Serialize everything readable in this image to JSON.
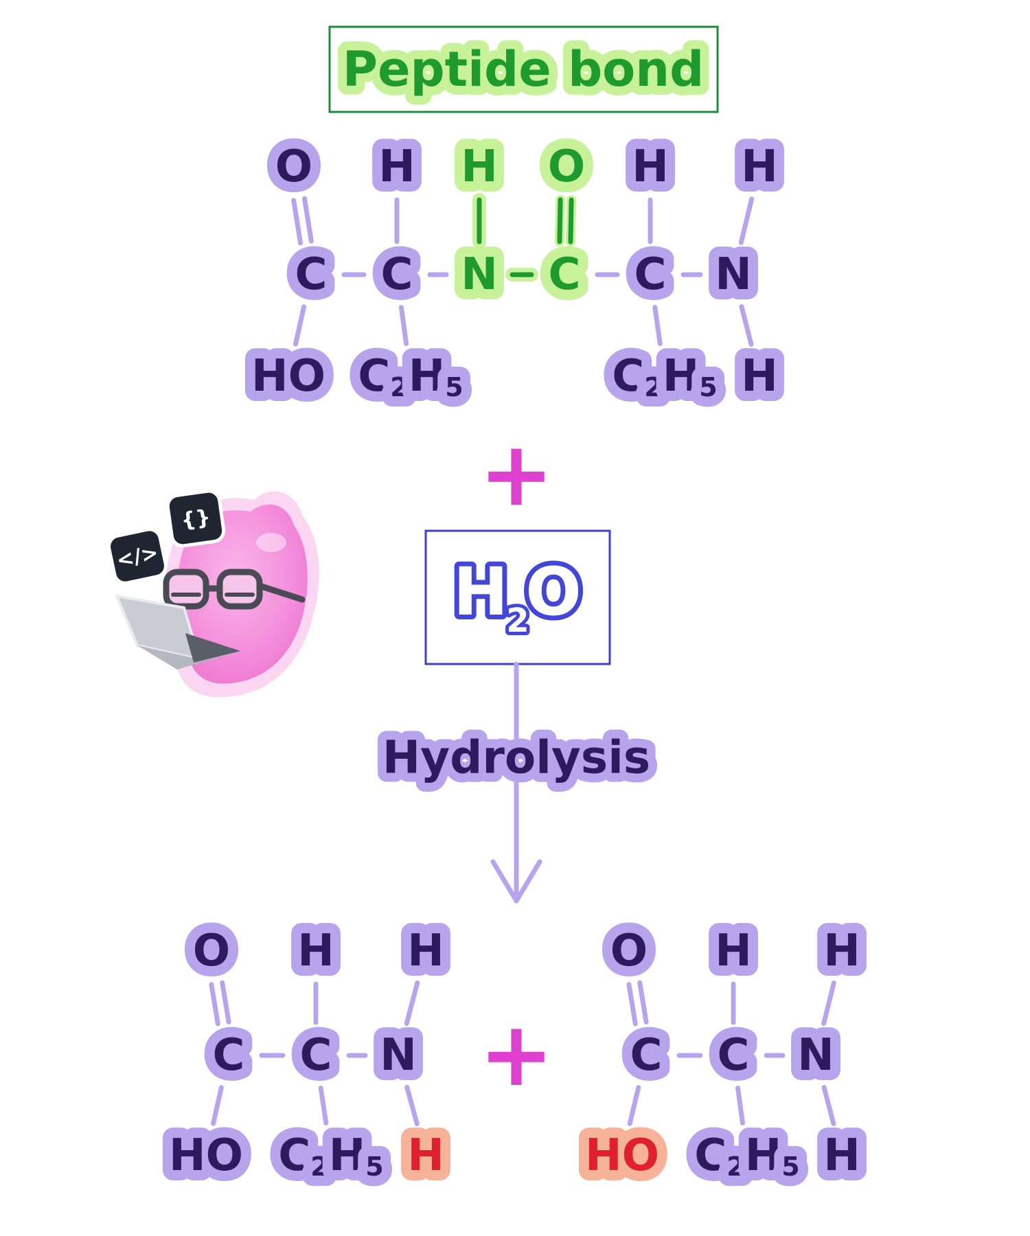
{
  "title": "Peptide bond",
  "process_label": "Hydrolysis",
  "reactant_plus": "+",
  "product_plus": "+",
  "water": {
    "h": "H",
    "sub": "2",
    "o": "O"
  },
  "colors": {
    "purple_halo": "#b8a4ec",
    "purple_text": "#2e1b5e",
    "bond": "#b8a4ec",
    "green_halo": "#c8f29a",
    "green_text": "#1f9a2e",
    "green_border": "#1f8a3a",
    "red_halo": "#f7b39a",
    "red_text": "#e0202e",
    "plus": "#e040d0",
    "water_border": "#3d3fc8",
    "water_text": "#4346d6"
  },
  "dipeptide": {
    "atoms": [
      {
        "id": "o1",
        "text": "O",
        "tone": "purple"
      },
      {
        "id": "c1",
        "text": "C",
        "tone": "purple"
      },
      {
        "id": "ho1",
        "text": "HO",
        "tone": "purple"
      },
      {
        "id": "h2",
        "text": "H",
        "tone": "purple"
      },
      {
        "id": "c2",
        "text": "C",
        "tone": "purple"
      },
      {
        "id": "r2",
        "text": "C",
        "sub": "2",
        "text2": "H",
        "sub2": "5",
        "tone": "purple"
      },
      {
        "id": "h3",
        "text": "H",
        "tone": "green"
      },
      {
        "id": "n3",
        "text": "N",
        "tone": "green"
      },
      {
        "id": "o4",
        "text": "O",
        "tone": "green"
      },
      {
        "id": "c4",
        "text": "C",
        "tone": "green"
      },
      {
        "id": "h5",
        "text": "H",
        "tone": "purple"
      },
      {
        "id": "c5",
        "text": "C",
        "tone": "purple"
      },
      {
        "id": "r5",
        "text": "C",
        "sub": "2",
        "text2": "H",
        "sub2": "5",
        "tone": "purple"
      },
      {
        "id": "h6",
        "text": "H",
        "tone": "purple"
      },
      {
        "id": "n6",
        "text": "N",
        "tone": "purple"
      },
      {
        "id": "h6b",
        "text": "H",
        "tone": "purple"
      }
    ]
  },
  "product_a": {
    "atoms": [
      {
        "id": "o1",
        "text": "O",
        "tone": "purple"
      },
      {
        "id": "c1",
        "text": "C",
        "tone": "purple"
      },
      {
        "id": "ho1",
        "text": "HO",
        "tone": "purple"
      },
      {
        "id": "h2",
        "text": "H",
        "tone": "purple"
      },
      {
        "id": "c2",
        "text": "C",
        "tone": "purple"
      },
      {
        "id": "r2",
        "text": "C",
        "sub": "2",
        "text2": "H",
        "sub2": "5",
        "tone": "purple"
      },
      {
        "id": "h3",
        "text": "H",
        "tone": "purple"
      },
      {
        "id": "n3",
        "text": "N",
        "tone": "purple"
      },
      {
        "id": "h3b",
        "text": "H",
        "tone": "red"
      }
    ]
  },
  "product_b": {
    "atoms": [
      {
        "id": "o1",
        "text": "O",
        "tone": "purple"
      },
      {
        "id": "c1",
        "text": "C",
        "tone": "purple"
      },
      {
        "id": "ho1",
        "text": "HO",
        "tone": "red"
      },
      {
        "id": "h2",
        "text": "H",
        "tone": "purple"
      },
      {
        "id": "c2",
        "text": "C",
        "tone": "purple"
      },
      {
        "id": "r2",
        "text": "C",
        "sub": "2",
        "text2": "H",
        "sub2": "5",
        "tone": "purple"
      },
      {
        "id": "h3",
        "text": "H",
        "tone": "purple"
      },
      {
        "id": "n3",
        "text": "N",
        "tone": "purple"
      },
      {
        "id": "h3b",
        "text": "H",
        "tone": "purple"
      }
    ]
  },
  "mascot": {
    "tag_left": "</>",
    "tag_right": "{}"
  }
}
